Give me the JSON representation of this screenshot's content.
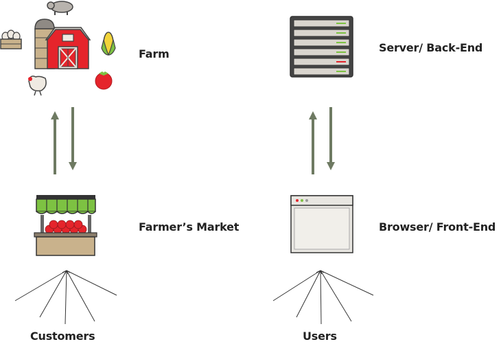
{
  "labels": {
    "farm": "Farm",
    "farmers_market": "Farmer’s Market",
    "customers": "Customers",
    "server": "Server/ Back-End",
    "browser": "Browser/ Front-End",
    "users": "Users"
  },
  "colors": {
    "arrow": "#6e7a62",
    "barn_red": "#e5242b",
    "awning_green": "#7dc242",
    "tomato": "#e5242b",
    "server_body": "#444444",
    "status_green": "#7dc242",
    "status_red": "#e5242b",
    "browser_frame": "#e8e6e1",
    "text": "#222222"
  }
}
